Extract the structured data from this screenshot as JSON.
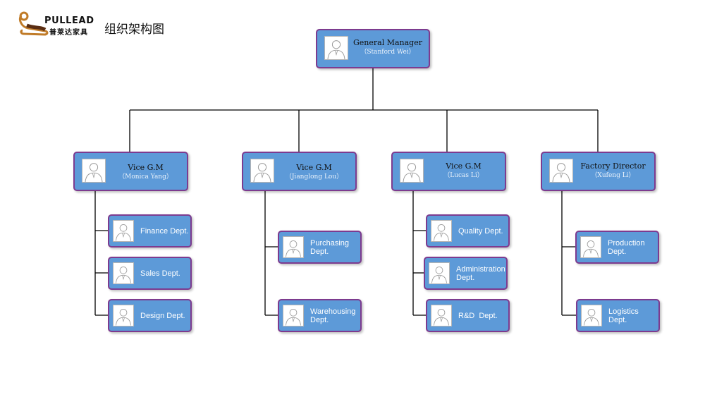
{
  "header": {
    "logo_word": "PULLEAD",
    "logo_cn": "普莱达家具",
    "title": "组织架构图"
  },
  "colors": {
    "node_fill": "#5d9ad8",
    "node_border": "#7d3b8f",
    "connector": "#000000"
  },
  "icons": {
    "person": "person-silhouette-icon"
  },
  "org": {
    "gm": {
      "title": "General Manager",
      "name": "（Stanford Wei）"
    },
    "vice_monica": {
      "title": "Vice G.M",
      "name": "（Monica Yang）"
    },
    "vice_jianglong": {
      "title": "Vice G.M",
      "name": "（Jianglong Lou）"
    },
    "vice_lucas": {
      "title": "Vice G.M",
      "name": "（Lucas  Li）"
    },
    "factory": {
      "title": "Factory Director",
      "name": "（Xufeng Li）"
    },
    "depts": {
      "finance": "Finance Dept.",
      "sales": "Sales Dept.",
      "design": "Design Dept.",
      "purchasing": "Purchasing Dept.",
      "warehousing": "Warehousing Dept.",
      "quality": "Quality Dept.",
      "administration": "Administration Dept.",
      "rnd": "R&D  Dept.",
      "production": "Production Dept.",
      "logistics": "Logistics Dept."
    }
  }
}
